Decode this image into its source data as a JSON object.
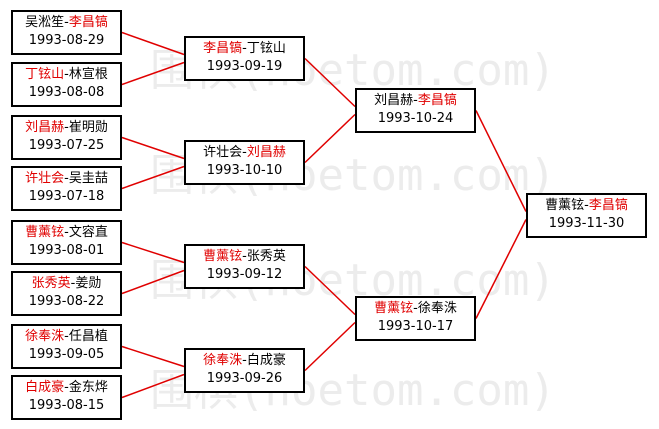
{
  "style": {
    "line_color": "#e00000",
    "winner_color": "#e00000",
    "text_color": "#000000",
    "border_color": "#000000"
  },
  "watermark_text": "围棋(hoetom.com)",
  "round1": [
    {
      "p1": "吴淞笙",
      "p2": "李昌镐",
      "winner": 2,
      "date": "1993-08-29"
    },
    {
      "p1": "丁铉山",
      "p2": "林宣根",
      "winner": 1,
      "date": "1993-08-08"
    },
    {
      "p1": "刘昌赫",
      "p2": "崔明勋",
      "winner": 1,
      "date": "1993-07-25"
    },
    {
      "p1": "许壮会",
      "p2": "吴圭喆",
      "winner": 1,
      "date": "1993-07-18"
    },
    {
      "p1": "曹薰铉",
      "p2": "文容直",
      "winner": 1,
      "date": "1993-08-01"
    },
    {
      "p1": "张秀英",
      "p2": "姜勋",
      "winner": 1,
      "date": "1993-08-22"
    },
    {
      "p1": "徐奉洙",
      "p2": "任昌植",
      "winner": 1,
      "date": "1993-09-05"
    },
    {
      "p1": "白成豪",
      "p2": "金东烨",
      "winner": 1,
      "date": "1993-08-15"
    }
  ],
  "round2": [
    {
      "p1": "李昌镐",
      "p2": "丁铉山",
      "winner": 1,
      "date": "1993-09-19"
    },
    {
      "p1": "许壮会",
      "p2": "刘昌赫",
      "winner": 2,
      "date": "1993-10-10"
    },
    {
      "p1": "曹薰铉",
      "p2": "张秀英",
      "winner": 1,
      "date": "1993-09-12"
    },
    {
      "p1": "徐奉洙",
      "p2": "白成豪",
      "winner": 1,
      "date": "1993-09-26"
    }
  ],
  "round3": [
    {
      "p1": "刘昌赫",
      "p2": "李昌镐",
      "winner": 2,
      "date": "1993-10-24"
    },
    {
      "p1": "曹薰铉",
      "p2": "徐奉洙",
      "winner": 1,
      "date": "1993-10-17"
    }
  ],
  "final": [
    {
      "p1": "曹薰铉",
      "p2": "李昌镐",
      "winner": 2,
      "date": "1993-11-30"
    }
  ]
}
